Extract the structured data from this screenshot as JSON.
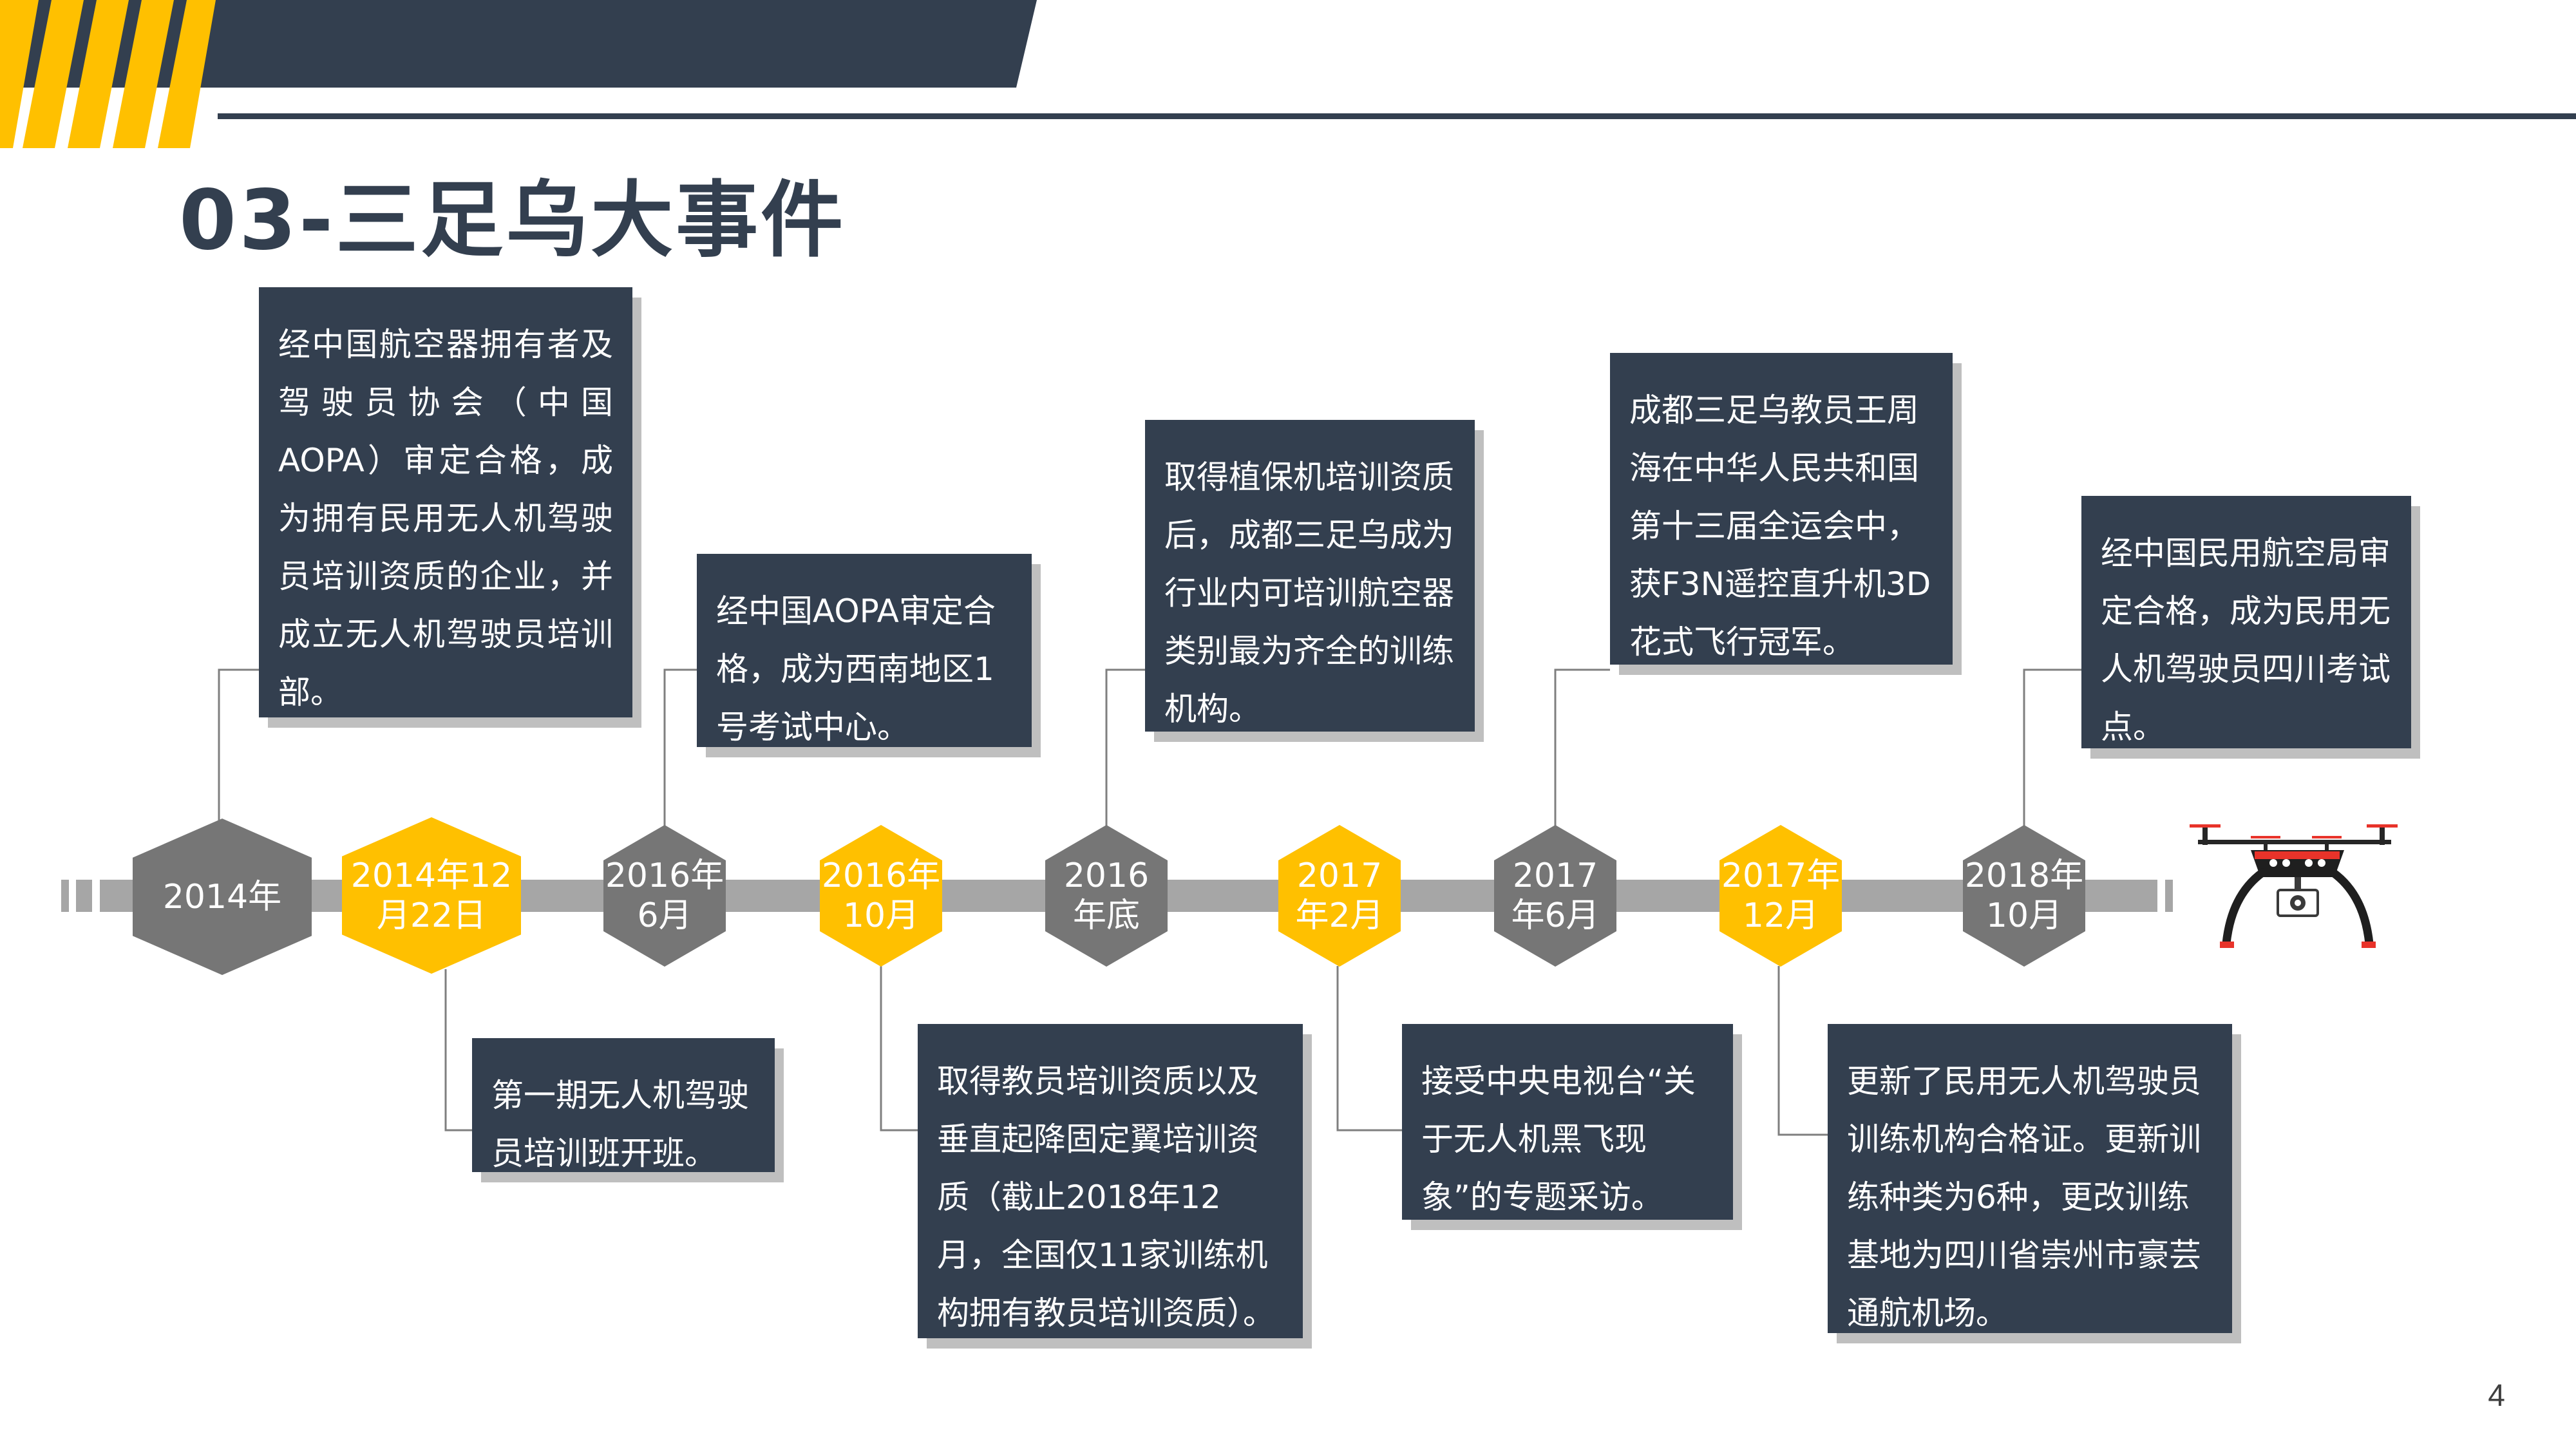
{
  "slide": {
    "title": "03-三足乌大事件",
    "page_number": "4"
  },
  "timeline": {
    "nodes": [
      {
        "label": "2014年"
      },
      {
        "label": "2014年12\n月22日"
      },
      {
        "label": "2016年\n6月"
      },
      {
        "label": "2016年\n10月"
      },
      {
        "label": "2016\n年底"
      },
      {
        "label": "2017\n年2月"
      },
      {
        "label": "2017\n年6月"
      },
      {
        "label": "2017年\n12月"
      },
      {
        "label": "2018年\n10月"
      }
    ],
    "events": [
      {
        "text": "经中国航空器拥有者及驾驶员协会（中国AOPA）审定合格，成为拥有民用无人机驾驶员培训资质的企业，并成立无人机驾驶员培训部。"
      },
      {
        "text": "第一期无人机驾驶员培训班开班。"
      },
      {
        "text": "经中国AOPA审定合格，成为西南地区1号考试中心。"
      },
      {
        "text": "取得教员培训资质以及垂直起降固定翼培训资质（截止2018年12月，全国仅11家训练机构拥有教员培训资质）。"
      },
      {
        "text": "取得植保机培训资质后，成都三足乌成为行业内可培训航空器类别最为齐全的训练机构。"
      },
      {
        "text": "接受中央电视台“关于无人机黑飞现象”的专题采访。"
      },
      {
        "text": "成都三足乌教员王周海在中华人民共和国第十三届全运会中，获F3N遥控直升机3D花式飞行冠军。"
      },
      {
        "text": "更新了民用无人机驾驶员训练机构合格证。更新训练种类为6种，更改训练基地为四川省崇州市豪芸通航机场。"
      },
      {
        "text": "经中国民用航空局审定合格，成为民用无人机驾驶员四川考试点。"
      }
    ]
  },
  "icons": {
    "drone": "drone-icon"
  },
  "colors": {
    "navy": "#333f4f",
    "yellow": "#ffc000",
    "gray": "#767676",
    "bar": "#a6a6a6",
    "shadow": "#bfbfbf",
    "drone_red": "#e8332a"
  }
}
